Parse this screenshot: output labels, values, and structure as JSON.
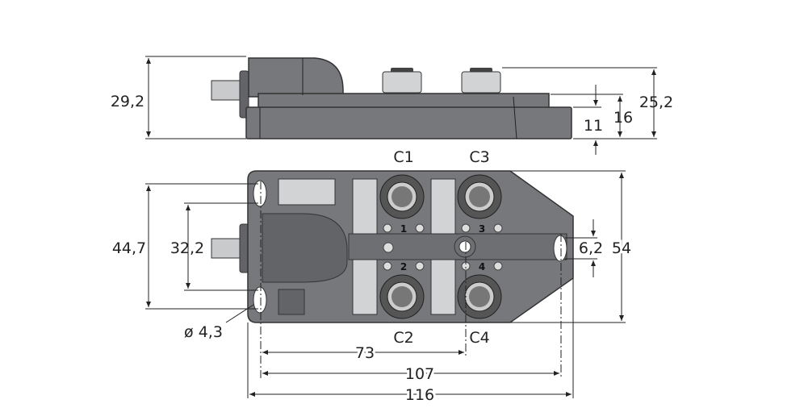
{
  "side_view": {
    "dimensions": {
      "total_height": "29,2",
      "connector_height": "25,2",
      "upper_height": "16",
      "base_height": "11"
    }
  },
  "top_view": {
    "dimensions": {
      "hole_spacing_outer": "44,7",
      "hole_spacing_inner": "32,2",
      "width": "54",
      "slot_width": "6,2",
      "hole_diameter": "ø 4,3",
      "length_c": "73",
      "length_holes": "107",
      "length_total": "116"
    },
    "connectors": [
      "C1",
      "C3",
      "C2",
      "C4"
    ],
    "port_numbers": [
      "1",
      "3",
      "2",
      "4"
    ]
  },
  "colors": {
    "housing": "#77787b",
    "connector": "#d2d3d5"
  }
}
